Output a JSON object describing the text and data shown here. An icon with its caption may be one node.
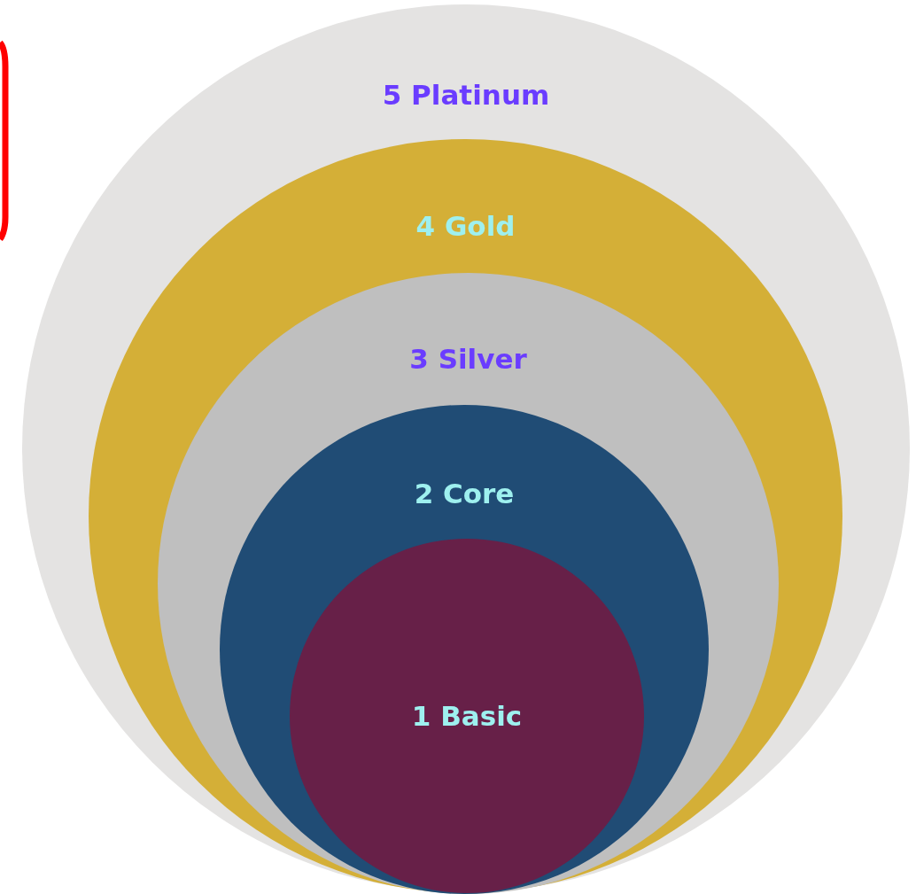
{
  "diagram": {
    "nodes": [
      {
        "text": [
          "5 Platinum"
        ]
      },
      {
        "text": [
          "4 Gold"
        ],
        "in": 0
      },
      {
        "text": [
          "3 Silver"
        ],
        "in": 1
      },
      {
        "text": [
          "2 Core"
        ],
        "in": 2
      },
      {
        "text": [
          "1 Basic"
        ],
        "in": 3
      }
    ]
  }
}
